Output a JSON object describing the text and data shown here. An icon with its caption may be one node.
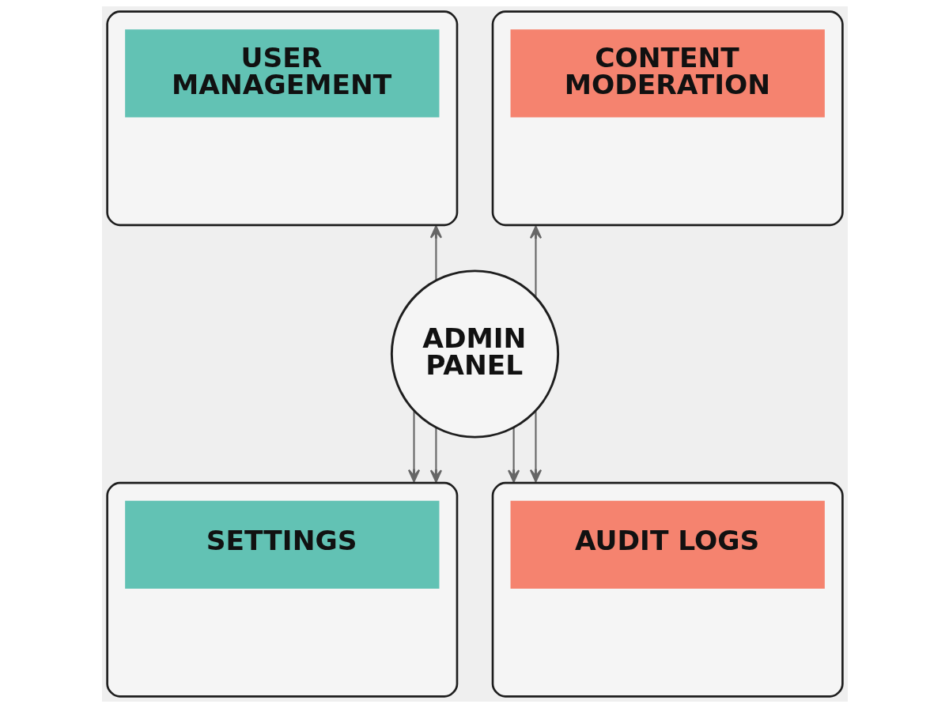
{
  "diagram": {
    "nodes": [
      {
        "text": [
          "USER MANAGEMENT"
        ]
      },
      {
        "text": [
          "CONTENT MODERATION"
        ]
      },
      {
        "text": [
          "ADMIN PANEL"
        ]
      },
      {
        "text": [
          "SETTINGS"
        ]
      },
      {
        "text": [
          "AUDIT LOGS"
        ]
      }
    ],
    "edges": [
      {
        "from": 2,
        "to": 0,
        "arrow": "to"
      },
      {
        "from": 2,
        "to": 1,
        "arrow": "to"
      },
      {
        "from": 2,
        "to": 3,
        "arrow": "to"
      },
      {
        "from": 2,
        "to": 4,
        "arrow": "to"
      },
      {
        "from": 2,
        "to": 3,
        "arrow": "to"
      },
      {
        "from": 2,
        "to": 4,
        "arrow": "to"
      }
    ]
  }
}
